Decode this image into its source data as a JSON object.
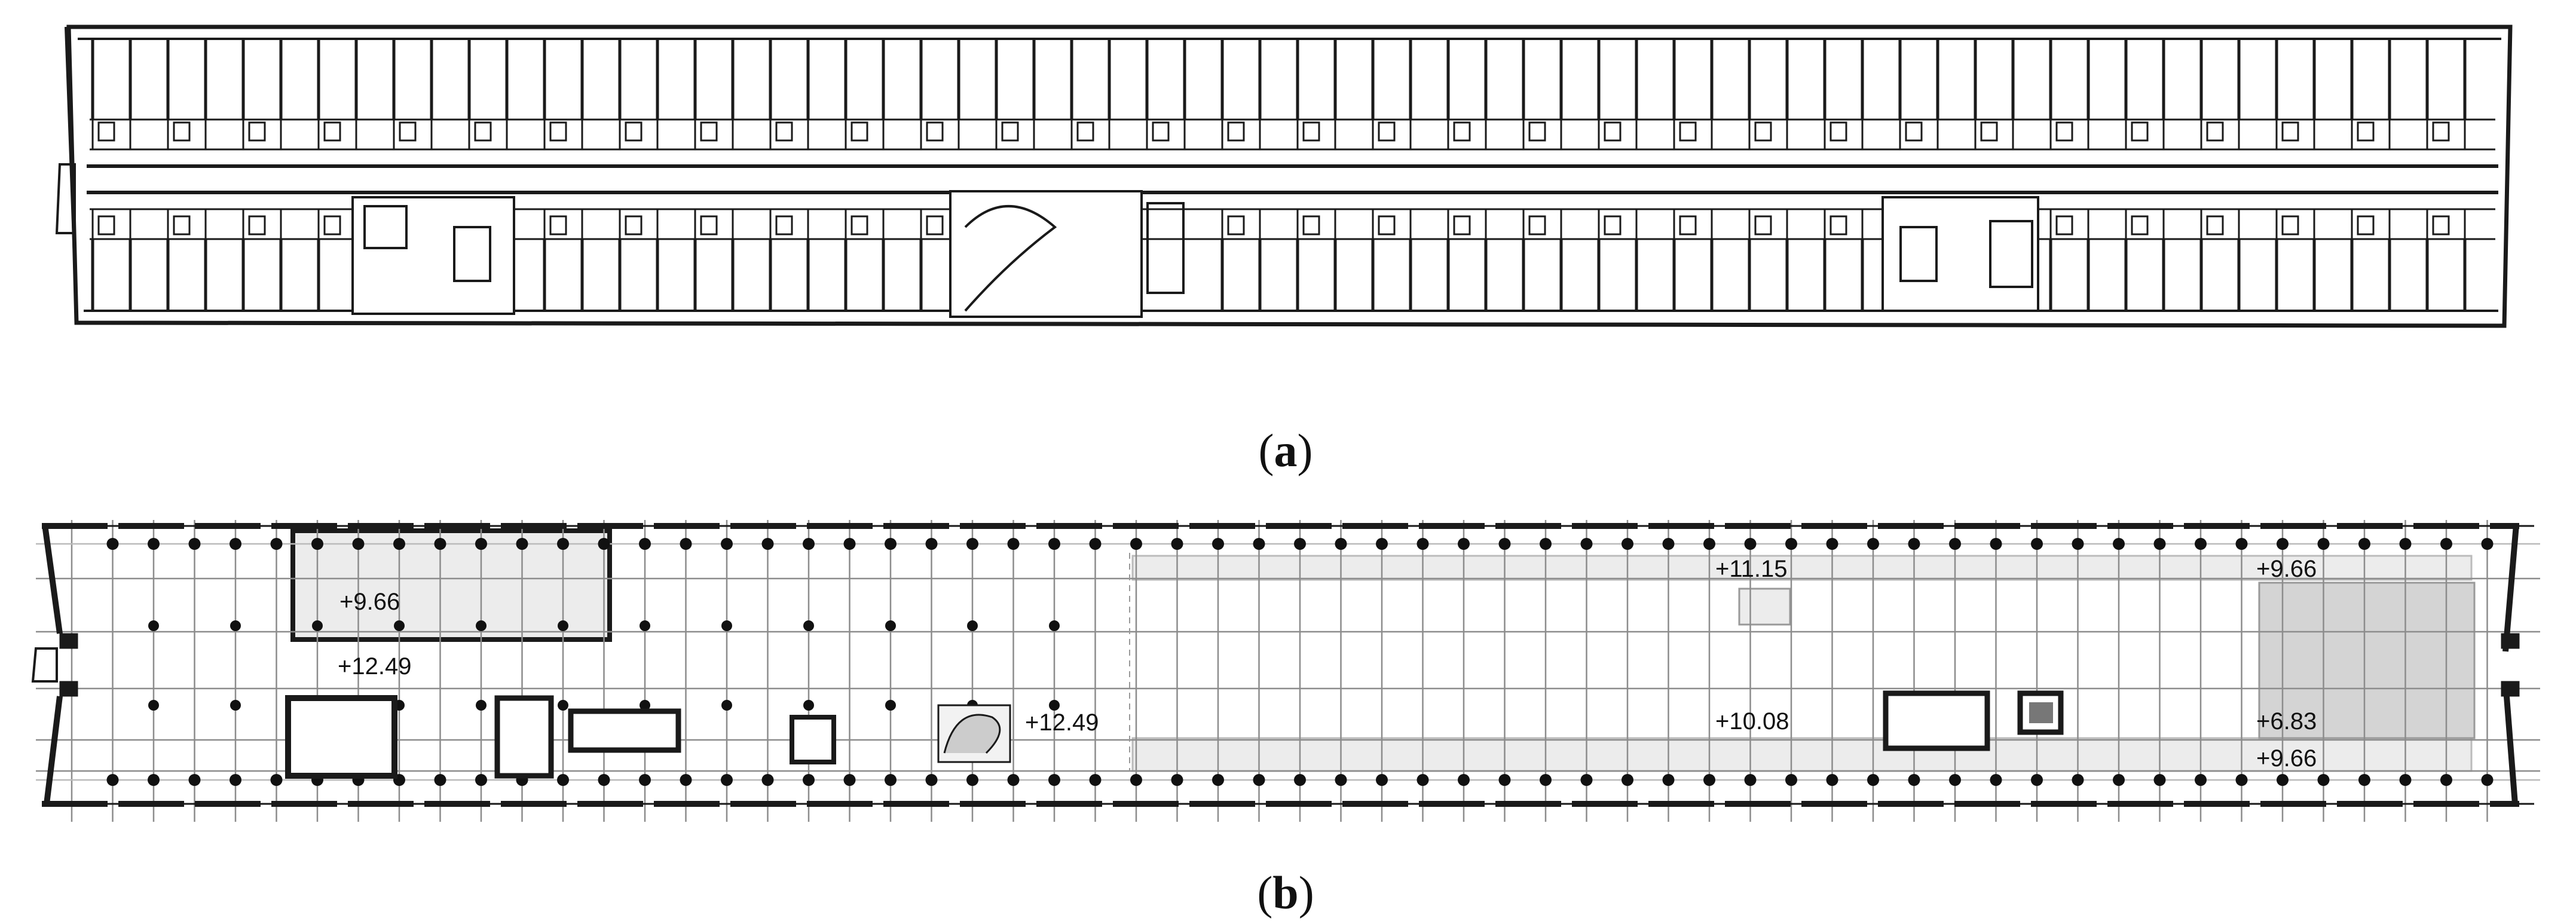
{
  "figure": {
    "panel_a": {
      "caption_open": "(",
      "caption_letter": "a",
      "caption_close": ")"
    },
    "panel_b": {
      "caption_open": "(",
      "caption_letter": "b",
      "caption_close": ")",
      "levels": [
        {
          "id": "level-966-left",
          "text": "+9.66"
        },
        {
          "id": "level-1249-left",
          "text": "+12.49"
        },
        {
          "id": "level-1249-center",
          "text": "+12.49"
        },
        {
          "id": "level-1115",
          "text": "+11.15"
        },
        {
          "id": "level-1008",
          "text": "+10.08"
        },
        {
          "id": "level-966-right-top",
          "text": "+9.66"
        },
        {
          "id": "level-683",
          "text": "+6.83"
        },
        {
          "id": "level-966-right-bottom",
          "text": "+9.66"
        }
      ]
    },
    "colors": {
      "line": "#1a1a1a",
      "grid": "#8c8c8c",
      "fill_light": "#ececec",
      "fill_mid": "#d4d4d4"
    }
  }
}
